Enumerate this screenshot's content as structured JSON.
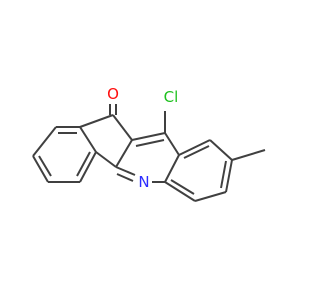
{
  "atoms": {
    "oxygen": "O",
    "chlorine": "Cl",
    "nitrogen": "N"
  },
  "colors": {
    "bond": "#404040",
    "oxygen": "#ff0d0d",
    "chlorine": "#1fc01f",
    "nitrogen": "#2d2dff"
  }
}
